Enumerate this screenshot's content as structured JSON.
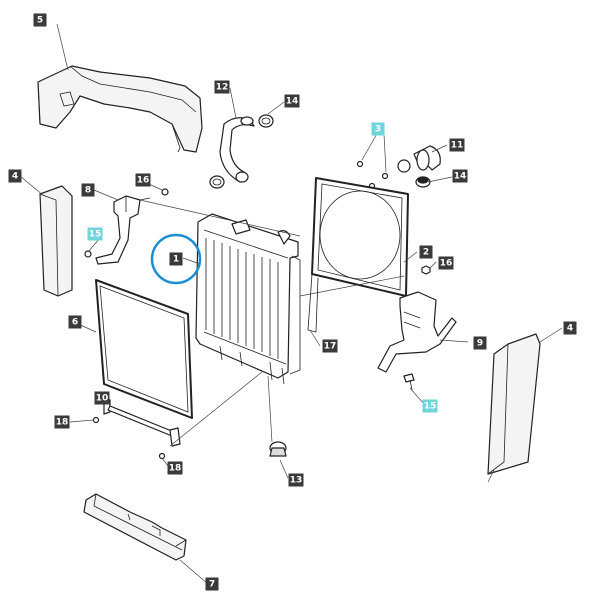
{
  "colors": {
    "callout_dark": "#3a3a3a",
    "callout_dark_text": "#ffffff",
    "callout_highlight": "#6fd4dc",
    "callout_highlight_text": "#ffffff",
    "highlight_circle": "#1a8fd6"
  },
  "callouts": [
    {
      "id": "c5",
      "label": "5",
      "highlight": false
    },
    {
      "id": "c12",
      "label": "12",
      "highlight": false
    },
    {
      "id": "c14a",
      "label": "14",
      "highlight": false
    },
    {
      "id": "c3",
      "label": "3",
      "highlight": true
    },
    {
      "id": "c11",
      "label": "11",
      "highlight": false
    },
    {
      "id": "c14b",
      "label": "14",
      "highlight": false
    },
    {
      "id": "c4a",
      "label": "4",
      "highlight": false
    },
    {
      "id": "c8",
      "label": "8",
      "highlight": false
    },
    {
      "id": "c16a",
      "label": "16",
      "highlight": false
    },
    {
      "id": "c15a",
      "label": "15",
      "highlight": true
    },
    {
      "id": "c1",
      "label": "1",
      "highlight": false
    },
    {
      "id": "c2",
      "label": "2",
      "highlight": false
    },
    {
      "id": "c16b",
      "label": "16",
      "highlight": false
    },
    {
      "id": "c6",
      "label": "6",
      "highlight": false
    },
    {
      "id": "c9",
      "label": "9",
      "highlight": false
    },
    {
      "id": "c4b",
      "label": "4",
      "highlight": false
    },
    {
      "id": "c17",
      "label": "17",
      "highlight": false
    },
    {
      "id": "c10",
      "label": "10",
      "highlight": false
    },
    {
      "id": "c18a",
      "label": "18",
      "highlight": false
    },
    {
      "id": "c15b",
      "label": "15",
      "highlight": true
    },
    {
      "id": "c18b",
      "label": "18",
      "highlight": false
    },
    {
      "id": "c13",
      "label": "13",
      "highlight": false
    },
    {
      "id": "c7",
      "label": "7",
      "highlight": false
    }
  ]
}
